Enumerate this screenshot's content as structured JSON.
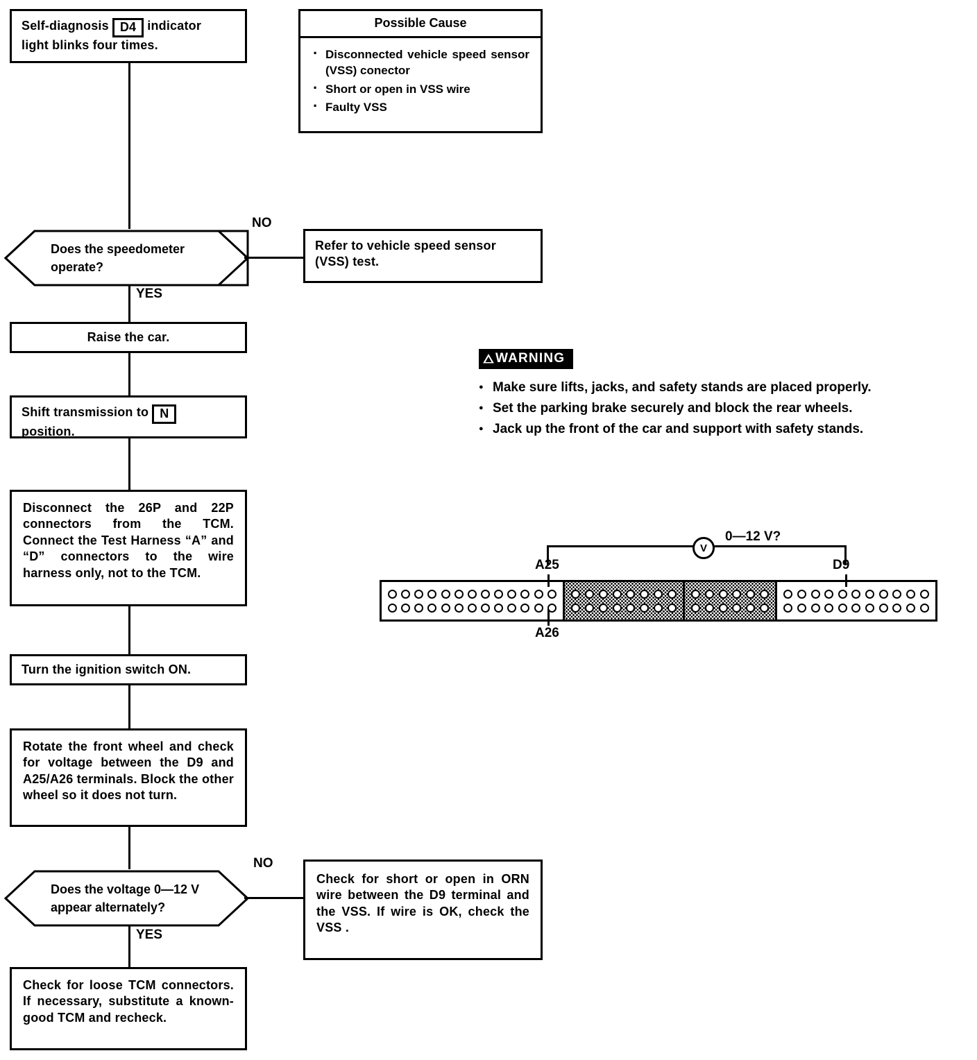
{
  "flow": {
    "start": {
      "text_before": "Self-diagnosis",
      "keycap": "D4",
      "text_after": "indicator",
      "line2": "light blinks four times."
    },
    "decision1": {
      "line1": "Does the speedometer",
      "line2": "operate?",
      "no_label": "NO",
      "yes_label": "YES"
    },
    "decision1_no_box": {
      "line1": "Refer to vehicle speed sensor",
      "line2": "(VSS) test."
    },
    "step_raise": "Raise the car.",
    "step_shift": {
      "text_before": "Shift transmission to",
      "keycap": "N",
      "line2": "position."
    },
    "step_disconnect": "Disconnect the 26P and 22P connectors from the TCM. Connect the Test Harness “A” and “D” connectors to the wire harness only, not to the TCM.",
    "step_ignition": "Turn the ignition switch ON.",
    "step_rotate": "Rotate the front wheel and check for voltage between the D9 and A25/A26 terminals. Block the other wheel so it does not turn.",
    "decision2": {
      "line1": "Does the voltage 0—12 V",
      "line2": "appear alternately?",
      "no_label": "NO",
      "yes_label": "YES"
    },
    "decision2_no_box": "Check for short or open in ORN wire between the D9 terminal and the VSS. If wire is OK, check the VSS .",
    "step_final": "Check for loose TCM connectors. If necessary, substitute a known-good TCM and recheck."
  },
  "possible_cause": {
    "title": "Possible Cause",
    "items": [
      "Disconnected vehicle speed sensor (VSS) conector",
      "Short or open in VSS wire",
      "Faulty VSS"
    ]
  },
  "warning": {
    "icon": "warning-triangle-icon",
    "banner": "WARNING",
    "items": [
      "Make sure lifts, jacks, and safety stands are placed properly.",
      "Set the parking brake securely and block the rear wheels.",
      "Jack up the front of the car and support with safety stands."
    ]
  },
  "connector_diagram": {
    "meter_symbol": "V",
    "voltage_label": "0—12 V?",
    "terminal_a25": "A25",
    "terminal_a26": "A26",
    "terminal_d9": "D9",
    "segments": [
      {
        "name": "segment-1",
        "pins_per_row": 13,
        "rows": 2,
        "shaded": false
      },
      {
        "name": "segment-2",
        "pins_per_row": 8,
        "rows": 2,
        "shaded": true
      },
      {
        "name": "segment-3",
        "pins_per_row": 6,
        "rows": 2,
        "shaded": true
      },
      {
        "name": "segment-4",
        "pins_per_row": 11,
        "rows": 2,
        "shaded": false
      }
    ]
  },
  "colors": {
    "ink": "#000000",
    "paper": "#ffffff"
  }
}
